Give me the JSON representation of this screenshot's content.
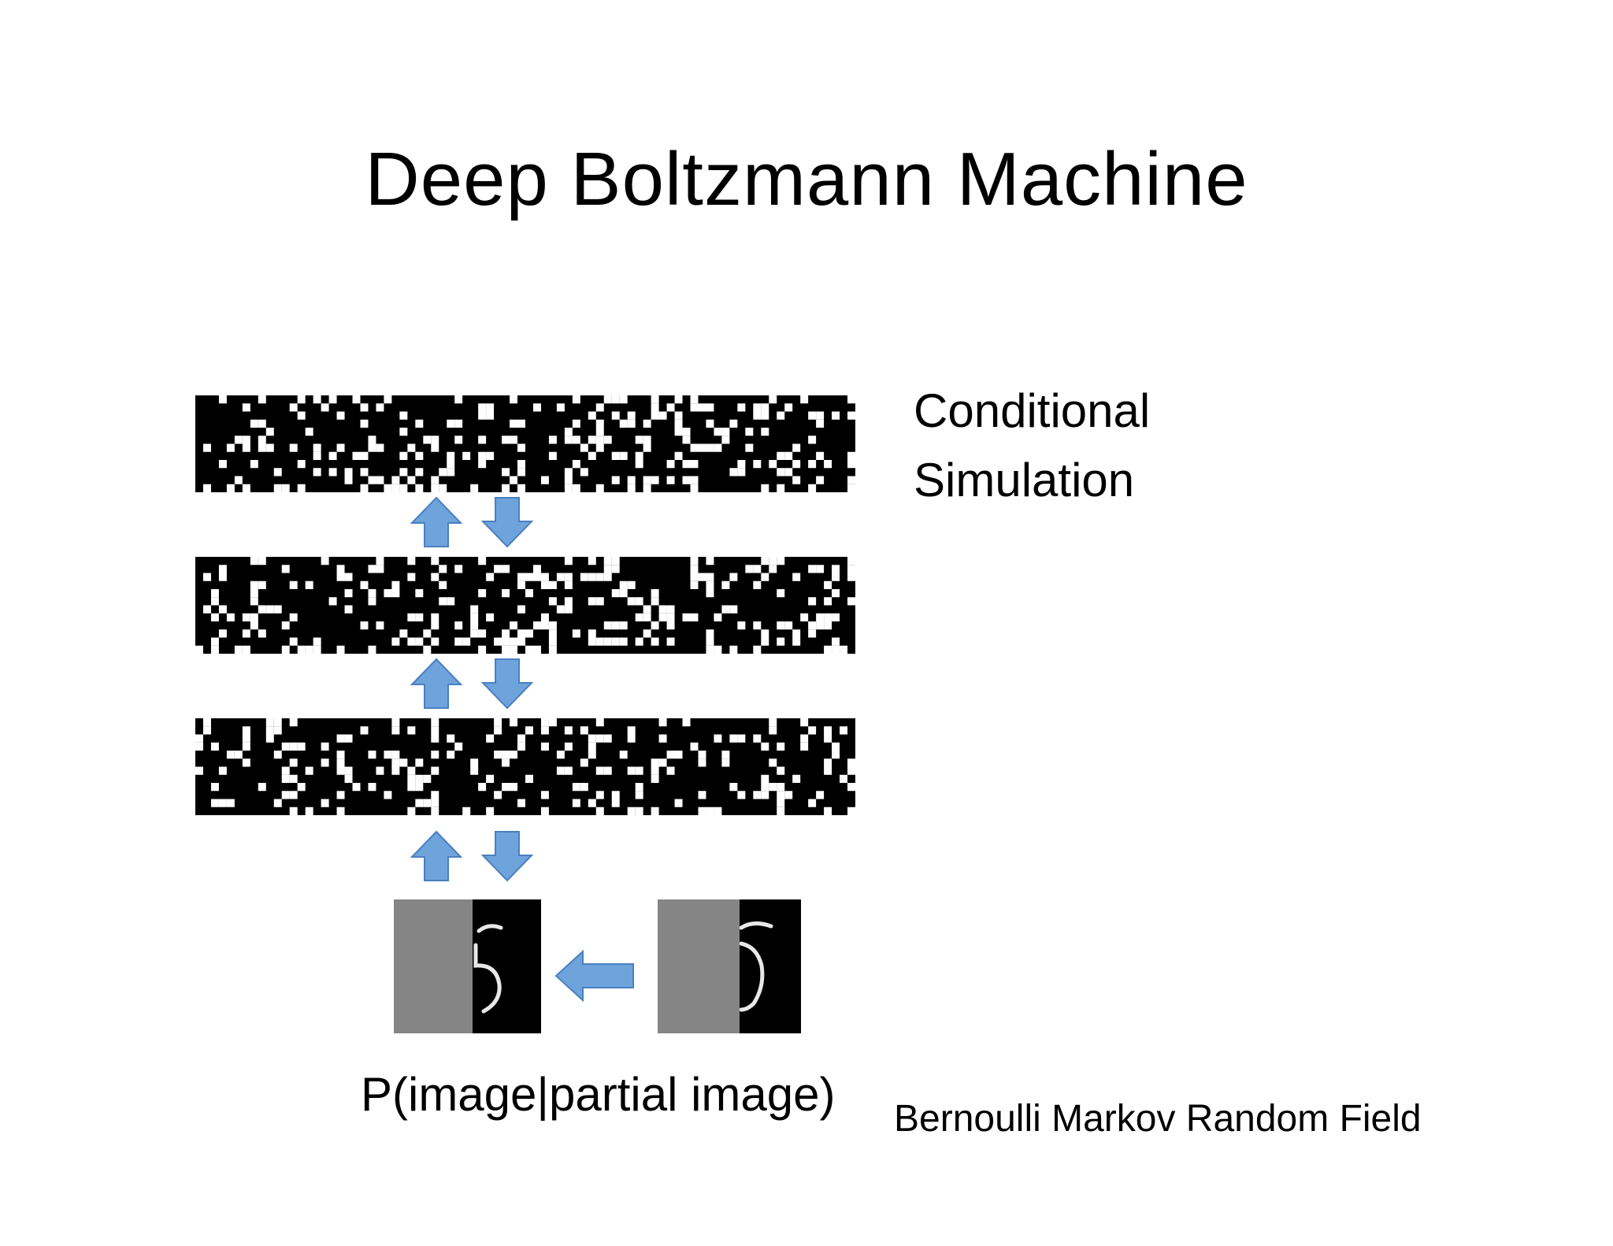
{
  "slide": {
    "title": "Deep Boltzmann Machine",
    "side_label_line1": "Conditional",
    "side_label_line2": "Simulation",
    "formula": "P(image|partial image)",
    "footer": "Bernoulli Markov Random Field"
  },
  "diagram": {
    "hidden_layers": [
      {
        "name": "hidden-layer-3",
        "seed": 17
      },
      {
        "name": "hidden-layer-2",
        "seed": 42
      },
      {
        "name": "hidden-layer-1",
        "seed": 91
      }
    ],
    "layer_connections": [
      {
        "up": "arrow-up-icon",
        "down": "arrow-down-icon"
      },
      {
        "up": "arrow-up-icon",
        "down": "arrow-down-icon"
      },
      {
        "up": "arrow-up-icon",
        "down": "arrow-down-icon"
      }
    ],
    "input_images": [
      {
        "name": "completed-digit-image",
        "depicts": "digit 5"
      },
      {
        "name": "partial-digit-image",
        "depicts": "digit 5"
      }
    ],
    "flow_arrow": "arrow-left-icon",
    "colors": {
      "arrow_fill": "#6fa3dc",
      "arrow_stroke": "#4a80c0",
      "occluded_gray": "#858585",
      "unit_on": "#ffffff",
      "unit_off": "#000000"
    }
  }
}
